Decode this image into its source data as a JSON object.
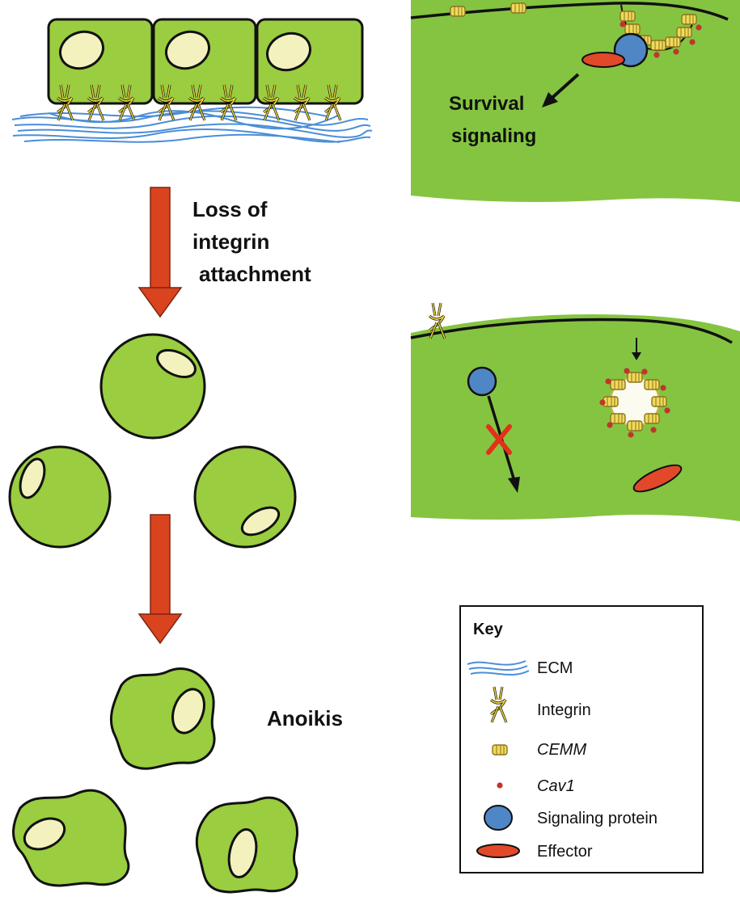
{
  "labels": {
    "loss_line1": "Loss of",
    "loss_line2": "integrin",
    "loss_line3": "attachment",
    "anoikis": "Anoikis",
    "survival_line1": "Survival",
    "survival_line2": "signaling"
  },
  "key": {
    "title": "Key",
    "items": [
      "ECM",
      "Integrin",
      "CEMM",
      "Cav1",
      "Signaling protein",
      "Effector"
    ]
  },
  "colors": {
    "cell": "#9acd3f",
    "panel": "#85c441",
    "nucleus": "#f3f2bf",
    "ecm": "#4a8ed8",
    "integrin": "#e8cf3a",
    "cemm": "#f1d95a",
    "cav1": "#c0352c",
    "signaling_protein": "#4f86c6",
    "effector": "#e2482a",
    "arrow": "#d9441f"
  }
}
